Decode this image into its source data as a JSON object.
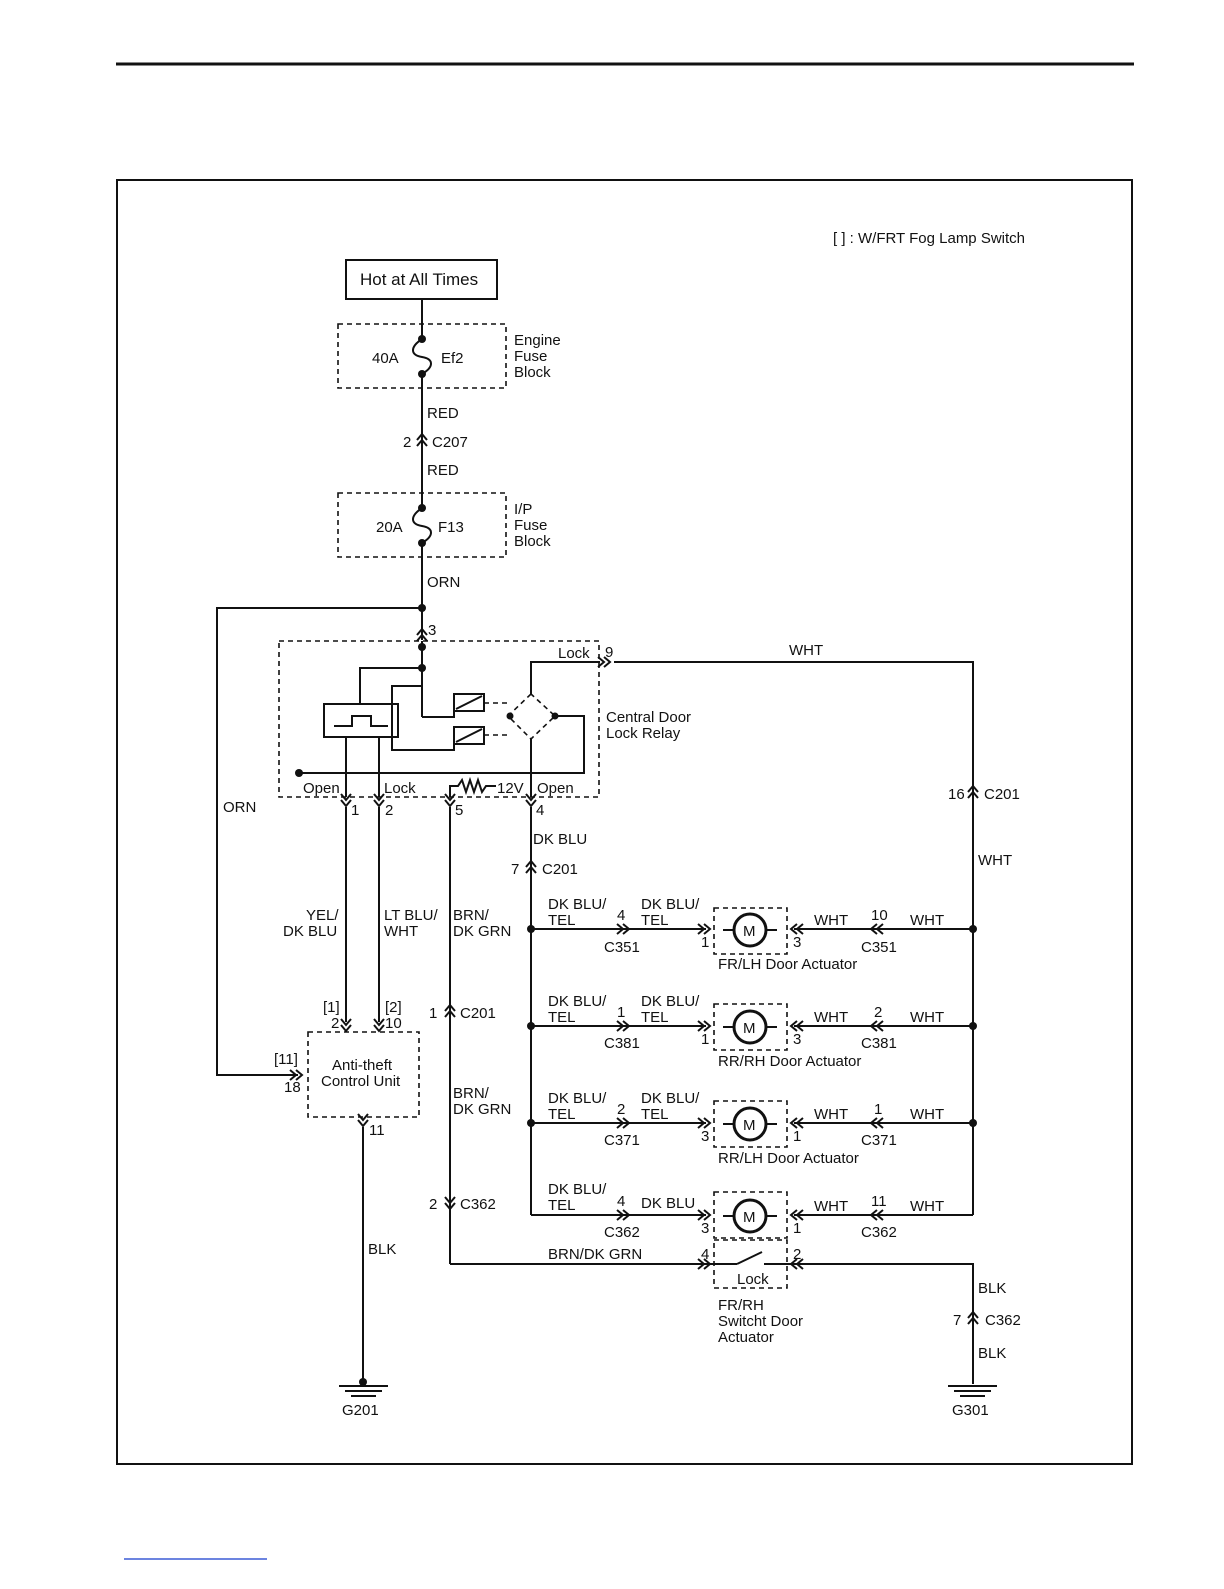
{
  "legend": "[ ] : W/FRT Fog Lamp Switch",
  "power": {
    "label": "Hot at All Times"
  },
  "engine_fuse": {
    "amp": "40A",
    "name": "Ef2",
    "block": [
      "Engine",
      "Fuse",
      "Block"
    ]
  },
  "ip_fuse": {
    "amp": "20A",
    "name": "F13",
    "block": [
      "I/P",
      "Fuse",
      "Block"
    ]
  },
  "wires": {
    "red": "RED",
    "orn": "ORN",
    "wht": "WHT",
    "dk_blu": "DK BLU",
    "blk": "BLK",
    "yel_dkblu": [
      "YEL/",
      "DK BLU"
    ],
    "ltblu_wht": [
      "LT BLU/",
      "WHT"
    ],
    "brn_dkgrn": [
      "BRN/",
      "DK GRN"
    ],
    "dkblu_tel": [
      "DK BLU/",
      "TEL"
    ],
    "brn_dkgrn_inline": "BRN/DK GRN"
  },
  "connectors": {
    "c207": "C207",
    "c201": "C201",
    "c351": "C351",
    "c381": "C381",
    "c371": "C371",
    "c362": "C362"
  },
  "relay": {
    "name": [
      "Central Door",
      "Lock Relay"
    ],
    "lock": "Lock",
    "open": "Open",
    "v12": "12V"
  },
  "control_unit": {
    "name": [
      "Anti-theft",
      "Control Unit"
    ]
  },
  "actuators": [
    "FR/LH Door Actuator",
    "RR/RH Door Actuator",
    "RR/LH Door Actuator"
  ],
  "switch_actuator": {
    "name": [
      "FR/RH",
      "Switcht Door",
      "Actuator"
    ],
    "lock": "Lock"
  },
  "motor": "M",
  "grounds": {
    "left": "G201",
    "right": "G301"
  },
  "pins": {
    "p1": "1",
    "p2": "2",
    "p3": "3",
    "p4": "4",
    "p5": "5",
    "p7": "7",
    "p9": "9",
    "p10": "10",
    "p11": "11",
    "p16": "16",
    "p18": "18",
    "b1": "[1]",
    "b2": "[2]",
    "b11": "[11]"
  }
}
